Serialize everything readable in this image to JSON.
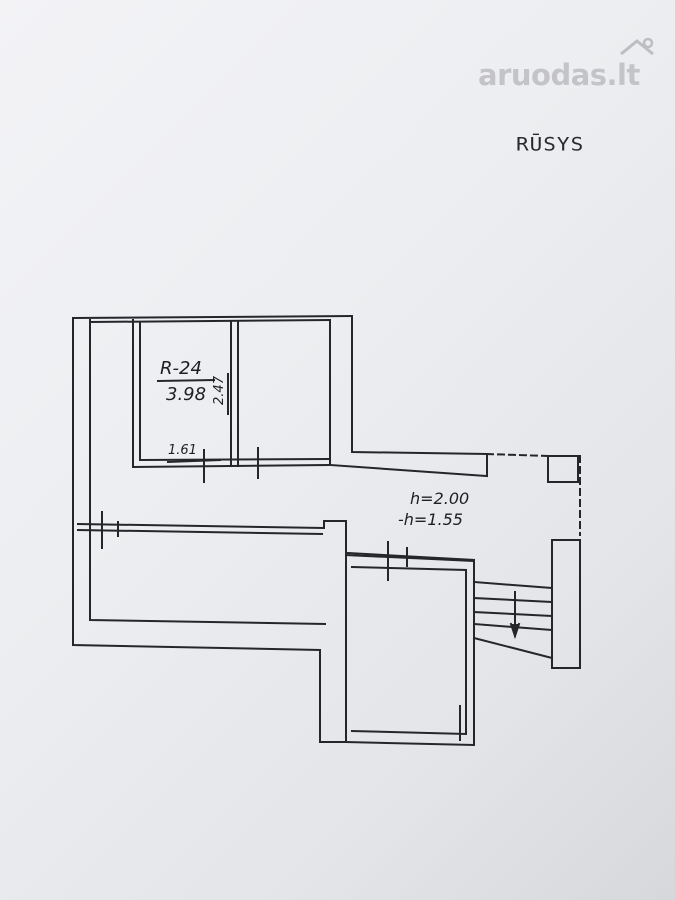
{
  "watermark": {
    "text": "aruodas.lt"
  },
  "plan": {
    "heading": "RŪSYS",
    "room_code": "R-24",
    "room_area": "3.98",
    "dim_vertical": "2.47",
    "dim_horizontal": "1.61",
    "height_label": "h=2.00",
    "height_label_2": "-h=1.55"
  },
  "colors": {
    "paper": "#eceef1",
    "ink": "#202024",
    "watermark": "#bebec2"
  }
}
